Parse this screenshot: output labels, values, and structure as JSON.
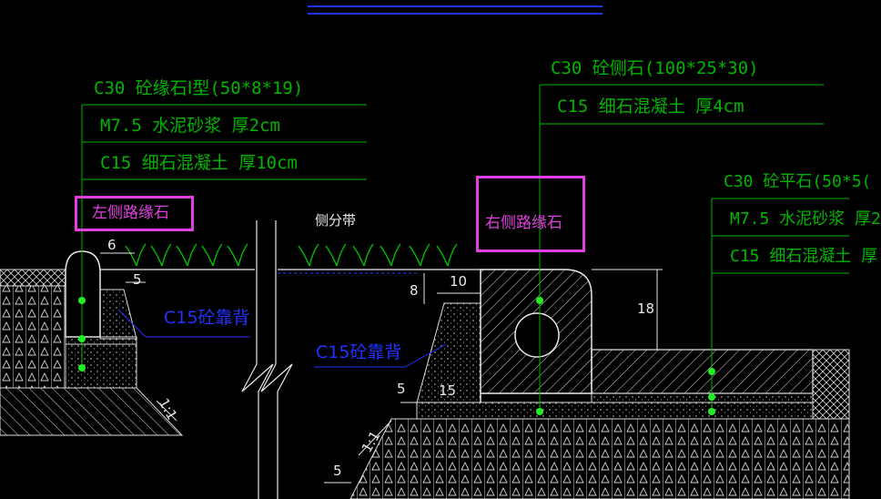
{
  "colors": {
    "background": "#000000",
    "annotation_green": "#00b400",
    "leader_blue": "#2233ff",
    "highlight_magenta": "#e040e0",
    "outline_white": "#e8e8e8",
    "node_green": "#22ee22"
  },
  "left_curb": {
    "title": "C30 砼缘石Ⅰ型(50*8*19)",
    "layers": [
      "M7.5 水泥砂浆 厚2cm",
      "C15 细石混凝土 厚10cm"
    ],
    "highlight": "左侧路缘石",
    "backfill_label": "C15砼靠背"
  },
  "median": {
    "label": "侧分带",
    "backfill_label": "C15砼靠背"
  },
  "right_curb": {
    "title": "C30 砼侧石(100*25*30)",
    "layers": [
      "C15 细石混凝土 厚4cm"
    ],
    "highlight": "右侧路缘石"
  },
  "flat_stone": {
    "title": "C30 砼平石(50*5(",
    "layers": [
      "M7.5 水泥砂浆 厚2",
      "C15 细石混凝土 厚"
    ]
  },
  "dimensions": {
    "d6": "6",
    "d5_top": "5",
    "d8": "8",
    "d10": "10",
    "d18": "18",
    "d5_mid": "5",
    "d15": "15",
    "d5_bottom": "5",
    "slope_left": "1:1",
    "slope_right": "1:1"
  }
}
